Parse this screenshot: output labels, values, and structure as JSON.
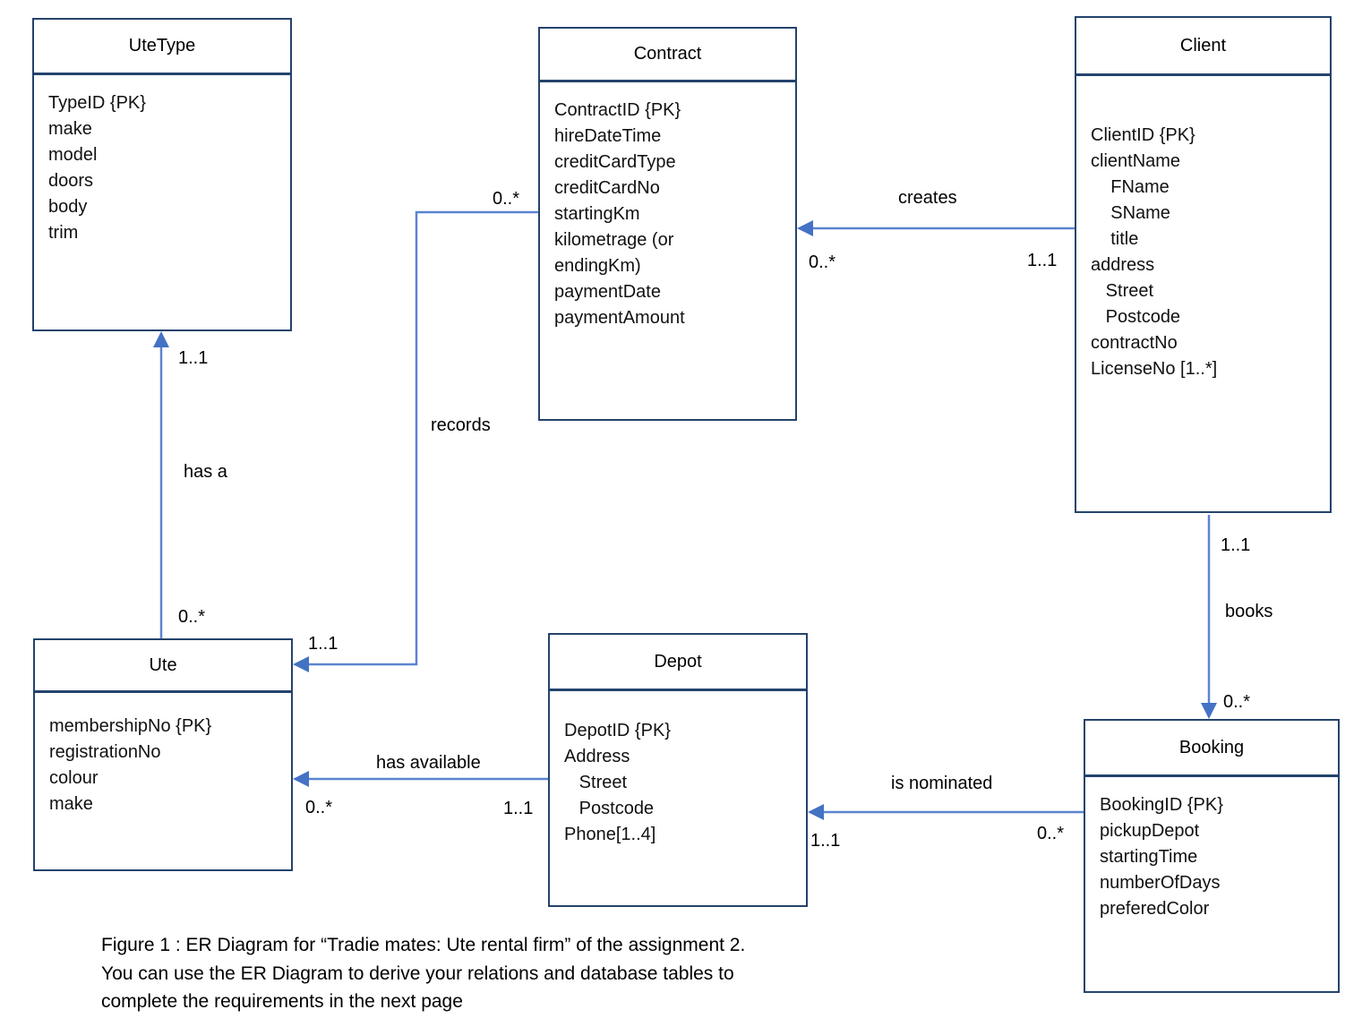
{
  "entities": {
    "utetype": {
      "title": "UteType",
      "attributes": [
        "TypeID {PK}",
        "make",
        "model",
        "doors",
        "body",
        "trim"
      ]
    },
    "contract": {
      "title": "Contract",
      "attributes": [
        "ContractID {PK}",
        "hireDateTime",
        "creditCardType",
        "creditCardNo",
        "startingKm",
        "kilometrage (or",
        "endingKm)",
        "paymentDate",
        "paymentAmount"
      ]
    },
    "client": {
      "title": "Client",
      "attributes": [
        "ClientID {PK}",
        "clientName",
        "    FName",
        "    SName",
        "    title",
        "address",
        "   Street",
        "   Postcode",
        "contractNo",
        "LicenseNo [1..*]"
      ]
    },
    "ute": {
      "title": "Ute",
      "attributes": [
        "membershipNo {PK}",
        "registrationNo",
        "colour",
        "make"
      ]
    },
    "depot": {
      "title": "Depot",
      "attributes": [
        "DepotID {PK}",
        "Address",
        "   Street",
        "   Postcode",
        "Phone[1..4]"
      ]
    },
    "booking": {
      "title": "Booking",
      "attributes": [
        "BookingID {PK}",
        "pickupDepot",
        "startingTime",
        "numberOfDays",
        "preferedColor"
      ]
    }
  },
  "relationships": {
    "has_a": {
      "label": "has a",
      "mult_utetype_end": "1..1",
      "mult_ute_end": "0..*"
    },
    "records": {
      "label": "records",
      "mult_contract_end": "0..*",
      "mult_ute_end": "1..1"
    },
    "creates": {
      "label": "creates",
      "mult_contract_end": "0..*",
      "mult_client_end": "1..1"
    },
    "books": {
      "label": "books",
      "mult_client_end": "1..1",
      "mult_booking_end": "0..*"
    },
    "has_available": {
      "label": "has available",
      "mult_ute_end": "0..*",
      "mult_depot_end": "1..1"
    },
    "is_nominated": {
      "label": "is nominated",
      "mult_depot_end": "1..1",
      "mult_booking_end": "0..*"
    }
  },
  "caption": {
    "lines": [
      "Figure 1 : ER Diagram for “Tradie mates: Ute rental firm” of the assignment 2.",
      "You can use the ER Diagram to derive your relations and database tables to",
      "complete the requirements in the next page"
    ]
  },
  "colors": {
    "box_border": "#24436c",
    "connector_line": "#5b84d1",
    "arrowhead": "#4472c4"
  }
}
